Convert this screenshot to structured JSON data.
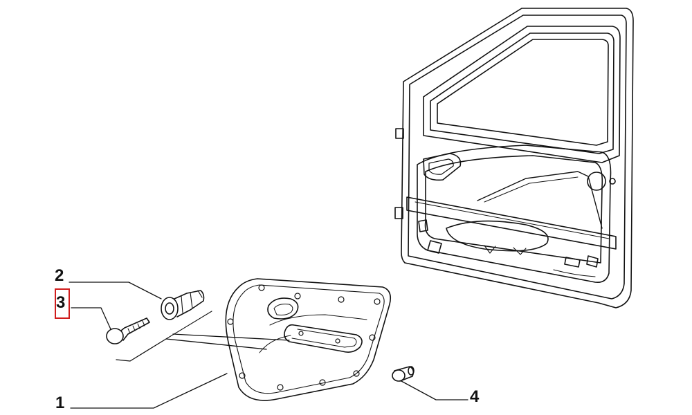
{
  "callouts": {
    "part_1": "1",
    "part_2": "2",
    "part_3": "3",
    "part_4": "4"
  },
  "colors": {
    "line": "#111111",
    "highlight": "#d01c1c",
    "background": "#ffffff"
  }
}
